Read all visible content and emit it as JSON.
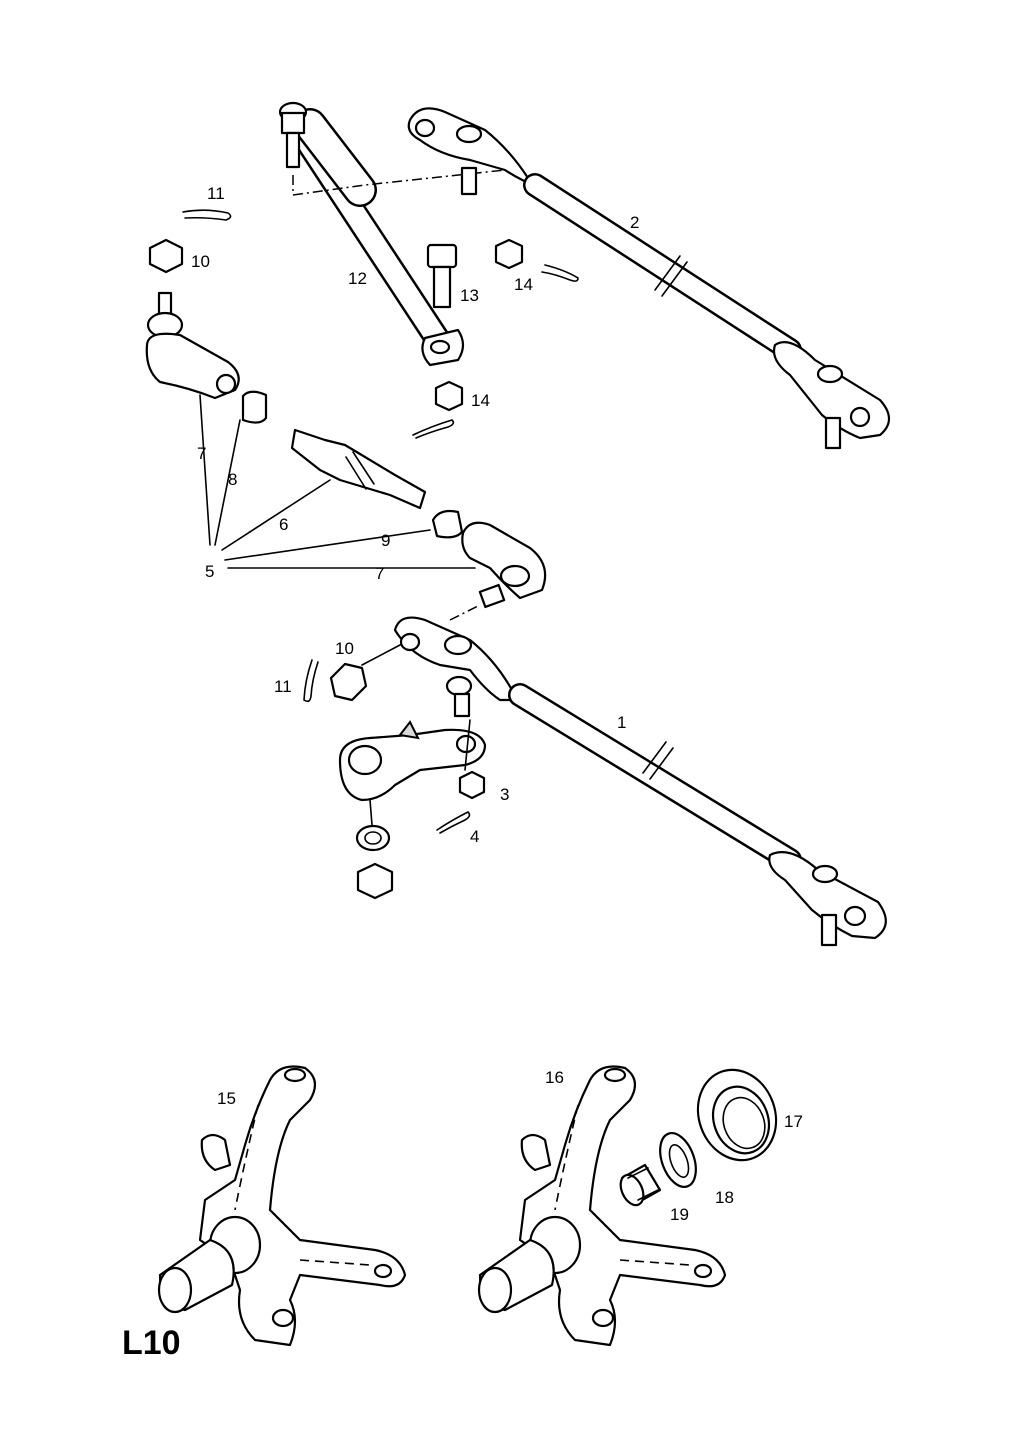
{
  "diagram_code": "L10",
  "callouts": [
    {
      "id": "c1",
      "text": "1"
    },
    {
      "id": "c2",
      "text": "2"
    },
    {
      "id": "c3",
      "text": "3"
    },
    {
      "id": "c4",
      "text": "4"
    },
    {
      "id": "c5",
      "text": "5"
    },
    {
      "id": "c6",
      "text": "6"
    },
    {
      "id": "c7a",
      "text": "7"
    },
    {
      "id": "c7b",
      "text": "7"
    },
    {
      "id": "c8",
      "text": "8"
    },
    {
      "id": "c9",
      "text": "9"
    },
    {
      "id": "c10a",
      "text": "10"
    },
    {
      "id": "c10b",
      "text": "10"
    },
    {
      "id": "c11a",
      "text": "11"
    },
    {
      "id": "c11b",
      "text": "11"
    },
    {
      "id": "c12",
      "text": "12"
    },
    {
      "id": "c13",
      "text": "13"
    },
    {
      "id": "c14a",
      "text": "14"
    },
    {
      "id": "c14b",
      "text": "14"
    },
    {
      "id": "c15",
      "text": "15"
    },
    {
      "id": "c16",
      "text": "16"
    },
    {
      "id": "c17",
      "text": "17"
    },
    {
      "id": "c18",
      "text": "18"
    },
    {
      "id": "c19",
      "text": "19"
    }
  ]
}
